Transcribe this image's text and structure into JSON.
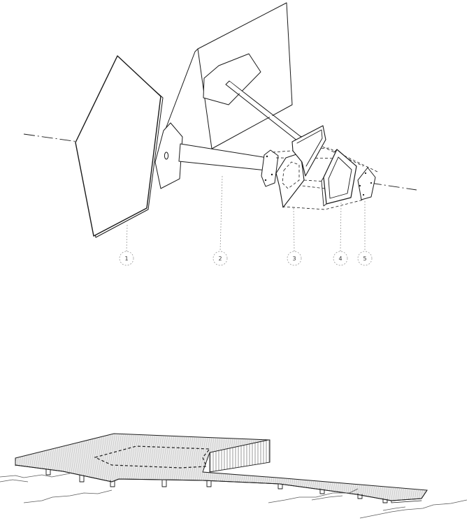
{
  "diagram": {
    "callouts": [
      {
        "label": "1"
      },
      {
        "label": "2"
      },
      {
        "label": "3"
      },
      {
        "label": "4"
      },
      {
        "label": "5"
      }
    ]
  },
  "colors": {
    "ink": "#1a1a1a",
    "deck_fill": "#e4e4e4",
    "leader": "#9a9a9a",
    "background": "#ffffff"
  }
}
